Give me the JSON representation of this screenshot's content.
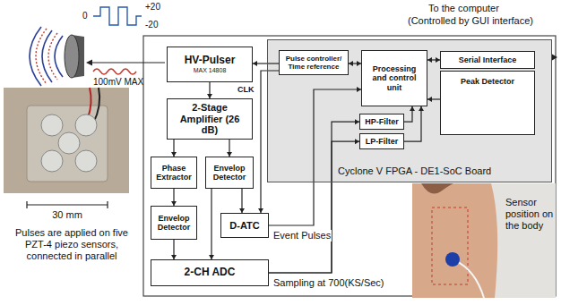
{
  "diagram": {
    "nodes": [
      {
        "text": [
          "HV-Pulser",
          "MAX 14808"
        ]
      },
      {
        "text": [
          "2-Stage Amplifier (26 dB)"
        ]
      },
      {
        "text": [
          "Phase Extractor"
        ]
      },
      {
        "text": [
          "Envelop Detector"
        ]
      },
      {
        "text": [
          "Envelop Detector"
        ]
      },
      {
        "text": [
          "D-ATC"
        ]
      },
      {
        "text": [
          "2-CH ADC"
        ]
      },
      {
        "text": [
          "Cyclone V FPGA - DE1-SoC Board"
        ]
      },
      {
        "text": [
          "Pulse controller/ Time reference"
        ],
        "in": 7
      },
      {
        "text": [
          "Processing and control unit"
        ],
        "in": 7
      },
      {
        "text": [
          "Serial Interface"
        ],
        "in": 7
      },
      {
        "text": [
          "Peak Detector"
        ],
        "in": 7
      },
      {
        "text": [
          "HP-Filter"
        ],
        "in": 7
      },
      {
        "text": [
          "LP-Filter"
        ],
        "in": 7
      }
    ],
    "edges": [
      {
        "from": 8,
        "to": 0,
        "arrow": "to"
      },
      {
        "from": 8,
        "to": 5,
        "label": "CLK",
        "arrow": "to"
      },
      {
        "from": 0,
        "to": 1,
        "arrow": "to"
      },
      {
        "from": 1,
        "to": 2,
        "arrow": "to"
      },
      {
        "from": 1,
        "to": 3,
        "arrow": "to"
      },
      {
        "from": 2,
        "to": 4,
        "arrow": "to"
      },
      {
        "from": 4,
        "to": 6,
        "arrow": "to"
      },
      {
        "from": 3,
        "to": 5,
        "arrow": "to"
      },
      {
        "from": 3,
        "to": 6,
        "arrow": "to"
      },
      {
        "from": 5,
        "to": 9,
        "label": "Event Pulses",
        "arrow": "to"
      },
      {
        "from": 6,
        "to": 12,
        "label": "Sampling at 700(KS/Sec)",
        "arrow": "to"
      },
      {
        "from": 6,
        "to": 13,
        "arrow": "to"
      },
      {
        "from": 12,
        "to": 9,
        "arrow": "to"
      },
      {
        "from": 13,
        "to": 9,
        "arrow": "to"
      },
      {
        "from": 11,
        "to": 9,
        "arrow": "to"
      },
      {
        "from": 9,
        "to": 10,
        "arrow": "both"
      },
      {
        "from": 9,
        "to": 8,
        "arrow": "both"
      }
    ],
    "labels": [
      "To the computer",
      "(Controlled by GUI interface)",
      "+20",
      "0",
      "-20",
      "100mV MAX",
      "30 mm",
      "Pulses are applied on five PZT-4 piezo sensors, connected in parallel",
      "Sensor position on the body"
    ]
  }
}
